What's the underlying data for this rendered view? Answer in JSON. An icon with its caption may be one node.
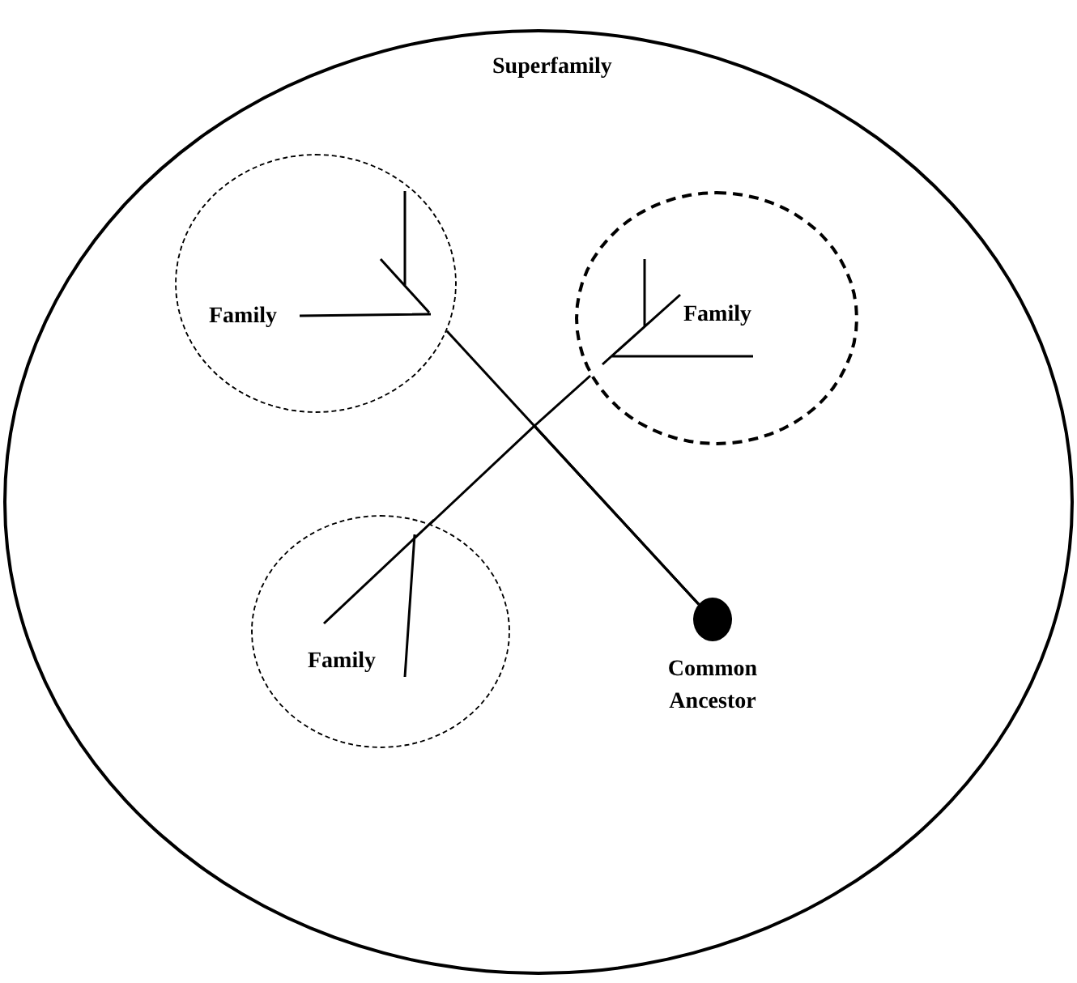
{
  "diagram": {
    "nodes": [
      {
        "text": [
          "Superfamily"
        ]
      },
      {
        "text": [
          "Family"
        ],
        "in": 0
      },
      {
        "text": [
          "Family"
        ],
        "in": 0
      },
      {
        "text": [
          "Family"
        ],
        "in": 0
      },
      {
        "text": [],
        "shape": "circle",
        "beside": [
          "Common Ancestor"
        ],
        "in": 0
      }
    ],
    "edges": [
      {
        "from": 4,
        "to": 1,
        "arrow": "none"
      },
      {
        "from": 4,
        "to": 2,
        "arrow": "none"
      },
      {
        "from": 4,
        "to": 3,
        "arrow": "none"
      }
    ]
  }
}
